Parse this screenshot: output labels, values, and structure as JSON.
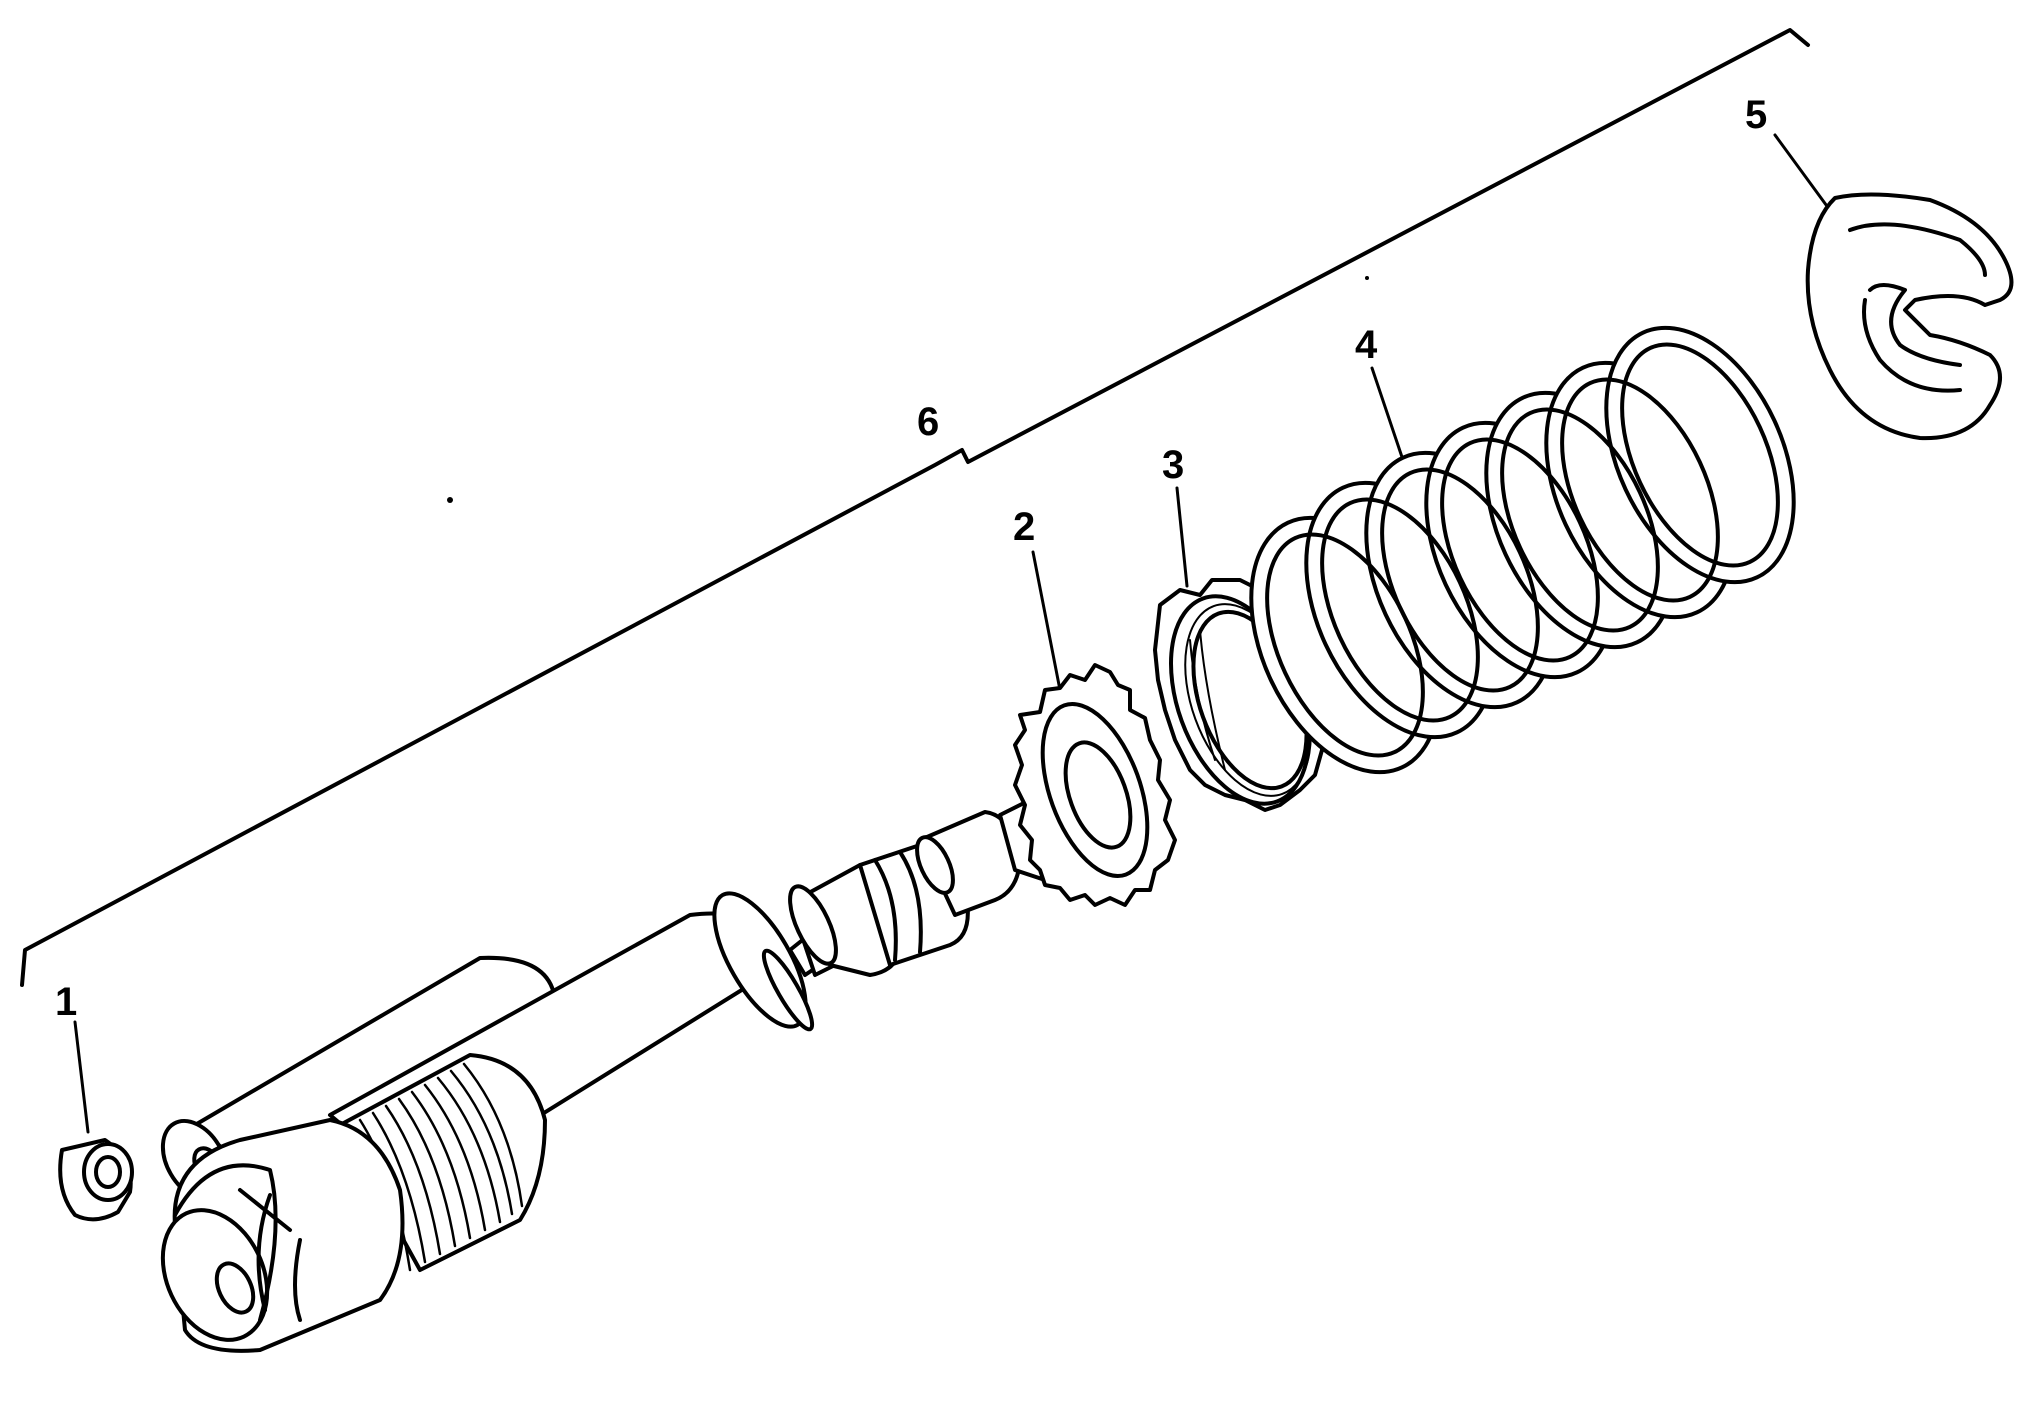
{
  "callouts": {
    "part1": "1",
    "part2": "2",
    "part3": "3",
    "part4": "4",
    "part5": "5",
    "part6": "6"
  }
}
